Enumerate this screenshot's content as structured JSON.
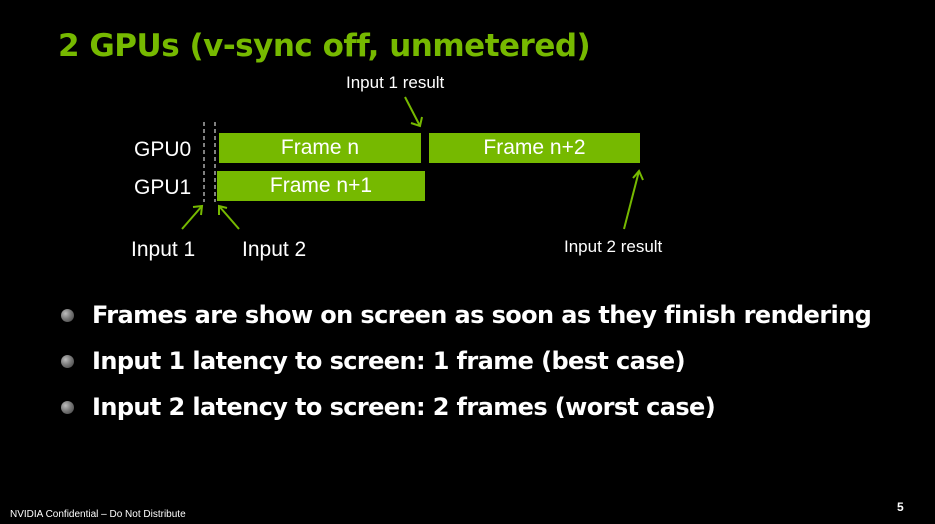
{
  "slide": {
    "title": "2 GPUs (v-sync off, unmetered)",
    "footer": "NVIDIA Confidential – Do Not Distribute",
    "page_number": "5"
  },
  "diagram": {
    "gpu_labels": [
      "GPU0",
      "GPU1"
    ],
    "frames": {
      "gpu0": [
        "Frame n",
        "Frame n+2"
      ],
      "gpu1": [
        "Frame n+1"
      ]
    },
    "inputs": [
      "Input 1",
      "Input 2"
    ],
    "results": [
      "Input 1 result",
      "Input 2 result"
    ],
    "accent_color": "#76b900"
  },
  "bullets": [
    "Frames are show on screen as soon as they finish rendering",
    "Input 1 latency to screen: 1 frame (best case)",
    "Input 2 latency to screen: 2 frames (worst case)"
  ]
}
